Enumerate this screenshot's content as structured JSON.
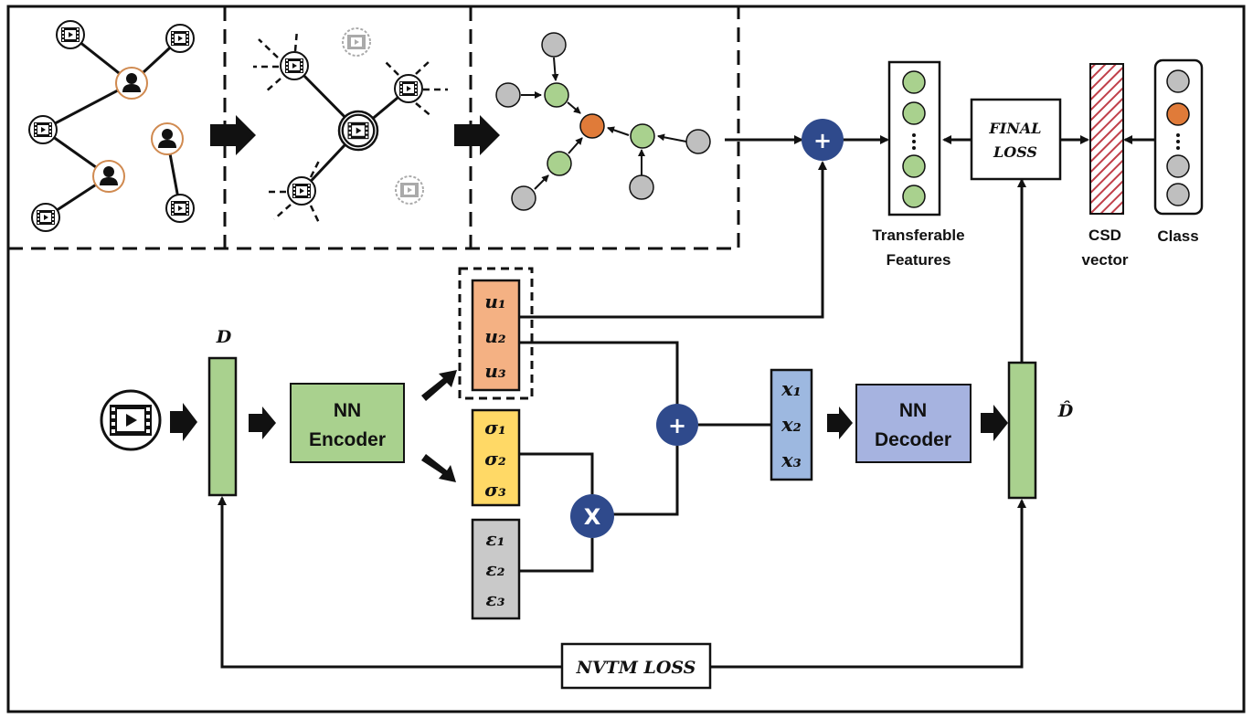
{
  "labels": {
    "transferable_features_line1": "Transferable",
    "transferable_features_line2": "Features",
    "final_loss_line1": "FINAL",
    "final_loss_line2": "LOSS",
    "csd_line1": "CSD",
    "csd_line2": "vector",
    "class": "Class",
    "d_input": "D",
    "d_output": "D̂",
    "nn_encoder_line1": "NN",
    "nn_encoder_line2": "Encoder",
    "nn_decoder_line1": "NN",
    "nn_decoder_line2": "Decoder",
    "nvtm_loss": "NVTM LOSS"
  },
  "mu": {
    "u1": "u₁",
    "u2": "u₂",
    "u3": "u₃"
  },
  "sigma": {
    "s1": "σ₁",
    "s2": "σ₂",
    "s3": "σ₃"
  },
  "epsilon": {
    "e1": "ε₁",
    "e2": "ε₂",
    "e3": "ε₃"
  },
  "latent": {
    "x1": "x₁",
    "x2": "x₂",
    "x3": "x₃"
  },
  "ops": {
    "plus": "+",
    "times": "X"
  },
  "colors": {
    "green_box": "#a9d18e",
    "orange_box": "#f4b183",
    "yellow_box": "#ffd966",
    "grey_box": "#c9c9c9",
    "blue_box": "#9db8e0",
    "decoder_box": "#a6b3e0",
    "op_circle": "#2f4a8c",
    "node_green": "#a9d18e",
    "node_orange": "#e07b39",
    "node_grey": "#bfbfbf",
    "user_ring": "#d08a50",
    "hatch": "#c0404a"
  },
  "icons": {
    "video": "video-film-icon",
    "user": "user-icon"
  }
}
